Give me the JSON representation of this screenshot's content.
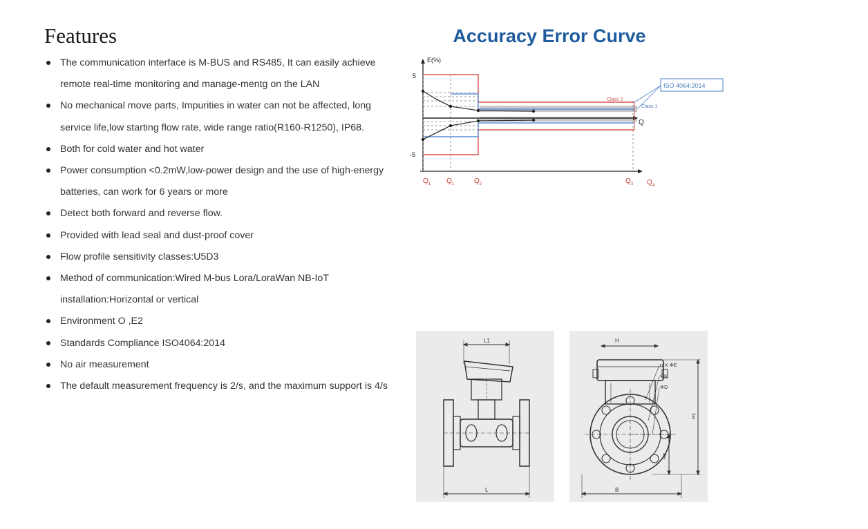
{
  "features": {
    "heading": "Features",
    "items": [
      "The communication interface is M-BUS and RS485, It can easily achieve remote real-time monitoring and manage-mentg on the LAN",
      "No mechanical move parts, Impurities in water can not be affected, long service life,low starting flow rate, wide range ratio(R160-R1250), IP68.",
      "Both for cold water and hot water",
      "Power consumption <0.2mW,low-power design and the use of high-energy batteries, can work for 6 years or more",
      "Detect both forward and reverse flow.",
      "Provided with lead seal and dust-proof cover",
      "Flow profile sensitivity classes:U5D3",
      "Method of communication:Wired M-bus Lora/LoraWan NB-IoT installation:Horizontal or vertical",
      "Environment O ,E2",
      "Standards Compliance ISO4064:2014",
      "No air measurement",
      "The default measurement frequency is 2/s, and the maximum support is 4/s"
    ]
  },
  "curve": {
    "title": "Accuracy Error Curve",
    "y_axis_label": "E(%)",
    "x_axis_label": "Q",
    "standard_box": "ISO 4064:2014",
    "class2_label": "Class 2",
    "class1_label": "Class 1",
    "y_ticks": [
      "5",
      "-5"
    ],
    "x_ticks": [
      "Q",
      "Q",
      "Q",
      "Q",
      "Q"
    ],
    "x_tick_subs": [
      "1",
      "1",
      "2",
      "3",
      "4"
    ],
    "class2_color": "#d9534f",
    "class1_color": "#5b8fd6",
    "box_color": "#4a7fc1"
  },
  "drawings": {
    "side_top_dim": "L1",
    "side_bottom_dim": "L",
    "front_top_dim": "H",
    "front_bottom_dim": "B",
    "front_callouts": [
      "n-X ΦE",
      "ΦK",
      "ΦD"
    ],
    "front_right_dim": "H1",
    "front_right_lower_dim": "H2"
  }
}
